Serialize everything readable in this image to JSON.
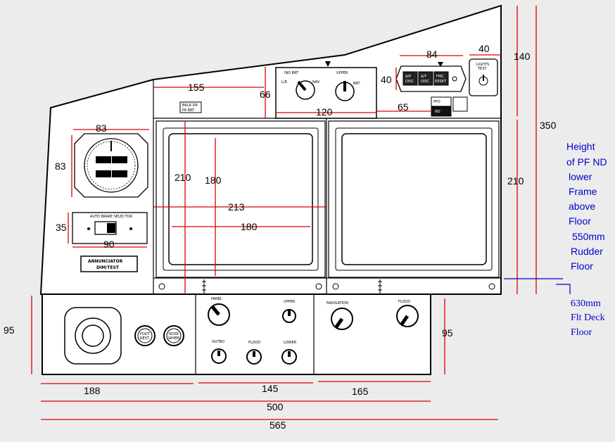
{
  "dimensions": {
    "d155": "155",
    "d66": "66",
    "d120": "120",
    "d84": "84",
    "d40_top": "40",
    "d40_left": "40",
    "d140": "140",
    "d65": "65",
    "d350": "350",
    "d83_w": "83",
    "d83_h": "83",
    "d35": "35",
    "d90": "90",
    "d210_left": "210",
    "d180_v": "180",
    "d213": "213",
    "d180_h": "180",
    "d210_right": "210",
    "d95_left": "95",
    "d95_right": "95",
    "d188": "188",
    "d145": "145",
    "d165": "165",
    "d500": "500",
    "d565": "565"
  },
  "notes": {
    "height_note": [
      "Height",
      "of PF ND",
      "lower",
      "Frame",
      "above",
      "Floor"
    ],
    "rudder_note": [
      "550mm",
      "Rudder",
      "Floor"
    ],
    "deck_note": [
      "630mm",
      "Flt Deck",
      "Floor"
    ]
  },
  "panel_labels": {
    "mini_box": [
      "BKLR DR",
      "PA BRT"
    ],
    "fcu_btns": [
      [
        "A/P",
        "DISC"
      ],
      [
        "A/T",
        "DISC"
      ],
      [
        "FMC",
        "RESET"
      ]
    ],
    "fcu_small": [
      "PFD",
      "ND"
    ],
    "right_sq": [
      "LIGHTS",
      "TEST"
    ],
    "auto_brake_title": "AUTO BRAKE SELECTOR",
    "annunciator": [
      "ANNUNCIATOR",
      "DIM/TEST"
    ],
    "foot_btns": [
      "FOOT",
      "REST",
      "NOSE",
      "WHEEL"
    ],
    "lower_knobs": [
      "PANEL",
      "UPPER",
      "OUTBD",
      "FLOOD",
      "LOWER",
      "NAVIGATION",
      "FLOOD"
    ]
  },
  "colors": {
    "dimension": "#e00000",
    "note": "#0000cc",
    "background": "#ececec"
  }
}
